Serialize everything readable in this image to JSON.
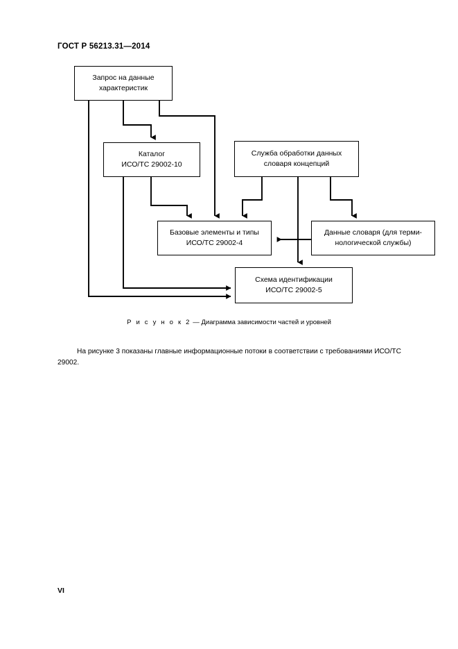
{
  "document": {
    "standard_header": "ГОСТ Р 56213.31—2014",
    "page_number": "VI"
  },
  "figure": {
    "caption_lead": "Р и с у н о к  2",
    "caption_text": " — Диаграмма зависимости частей и уровней",
    "nodes": [
      {
        "id": "request",
        "line1": "Запрос на данные",
        "line2": "характеристик"
      },
      {
        "id": "catalog",
        "line1": "Каталог",
        "line2": "ИСО/ТС 29002-10"
      },
      {
        "id": "service",
        "line1": "Служба обработки данных",
        "line2": "словаря концепций"
      },
      {
        "id": "base",
        "line1": "Базовые элементы и типы",
        "line2": "ИСО/ТС 29002-4"
      },
      {
        "id": "dictionary",
        "line1": "Данные словаря (для терми-",
        "line2": "нологической службы)"
      },
      {
        "id": "identification",
        "line1": "Схема идентификации",
        "line2": "ИСО/ТС 29002-5"
      }
    ]
  },
  "body": {
    "paragraph": "На рисунке 3 показаны главные информационные потоки в соответствии с требованиями ИСО/ТС 29002."
  },
  "colors": {
    "ink": "#000000",
    "paper": "#ffffff"
  }
}
